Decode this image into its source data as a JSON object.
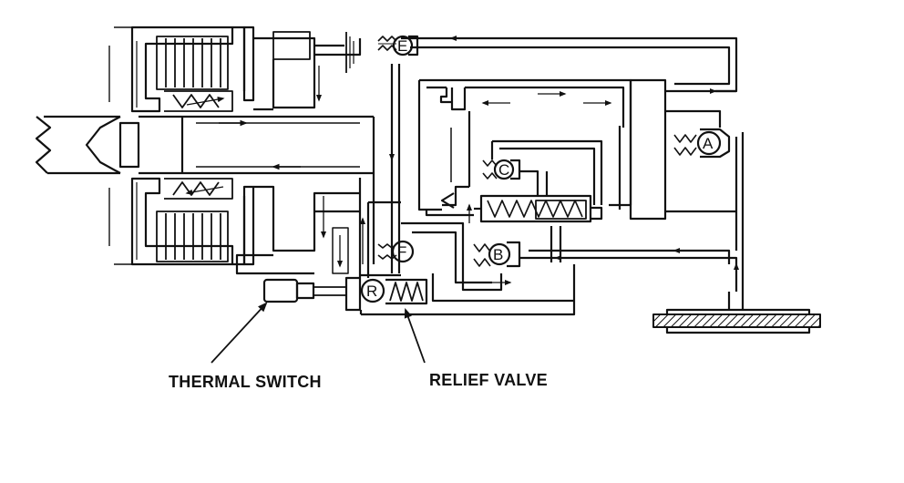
{
  "labels": {
    "thermal_switch": "THERMAL SWITCH",
    "relief_valve": "RELIEF VALVE"
  },
  "valves": {
    "a": "A",
    "b": "B",
    "c": "C",
    "e": "E",
    "f": "F",
    "r": "R"
  },
  "colors": {
    "ink": "#111111",
    "background": "#ffffff"
  }
}
